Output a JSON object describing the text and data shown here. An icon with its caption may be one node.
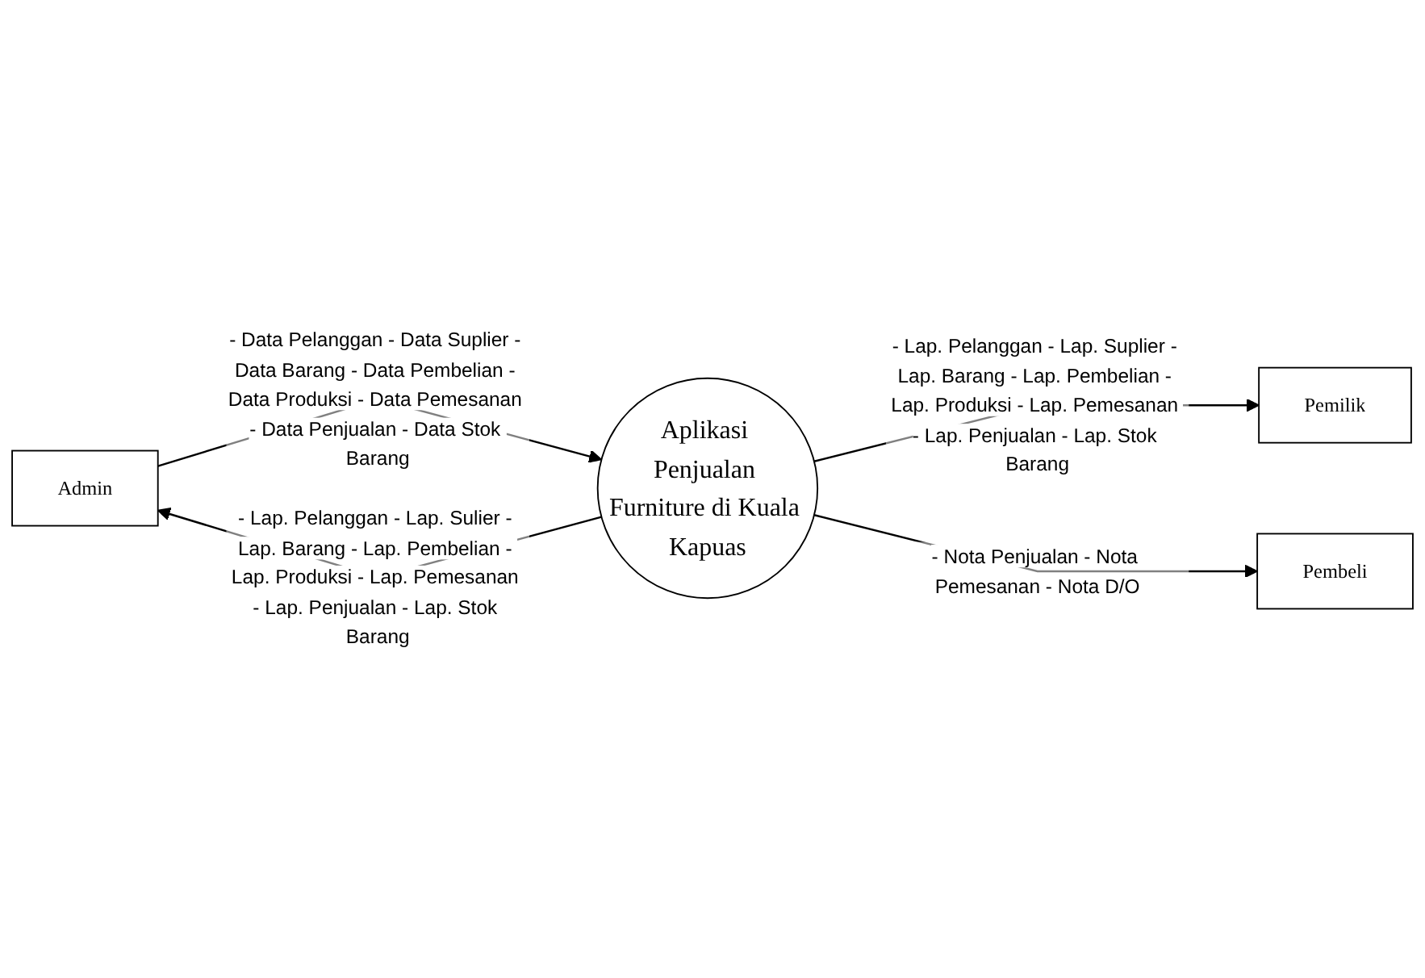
{
  "diagram": {
    "nodes": [
      {
        "text": [
          "Admin"
        ]
      },
      {
        "text": [
          "Aplikasi Penjualan Furniture di Kuala Kapuas"
        ]
      },
      {
        "text": [
          "Pemilik"
        ]
      },
      {
        "text": [
          "Pembeli"
        ]
      }
    ],
    "edges": [
      {
        "from": 0,
        "to": 1,
        "arrow": "to",
        "label": "- Data Pelanggan - Data Suplier - Data Barang - Data Pembelian - Data Produksi - Data Pemesanan - Data Penjualan - Data Stok Barang"
      },
      {
        "from": 1,
        "to": 0,
        "arrow": "to",
        "label": "- Lap. Pelanggan - Lap. Sulier - Lap. Barang - Lap. Pembelian - Lap. Produksi - Lap. Pemesanan - Lap. Penjualan - Lap. Stok Barang"
      },
      {
        "from": 1,
        "to": 2,
        "arrow": "to",
        "label": "- Lap. Pelanggan - Lap. Suplier - Lap. Barang - Lap. Pembelian - Lap. Produksi - Lap. Pemesanan - Lap. Penjualan - Lap. Stok Barang"
      },
      {
        "from": 1,
        "to": 3,
        "arrow": "to",
        "label": "- Nota Penjualan - Nota Pemesanan - Nota D/O"
      }
    ]
  }
}
